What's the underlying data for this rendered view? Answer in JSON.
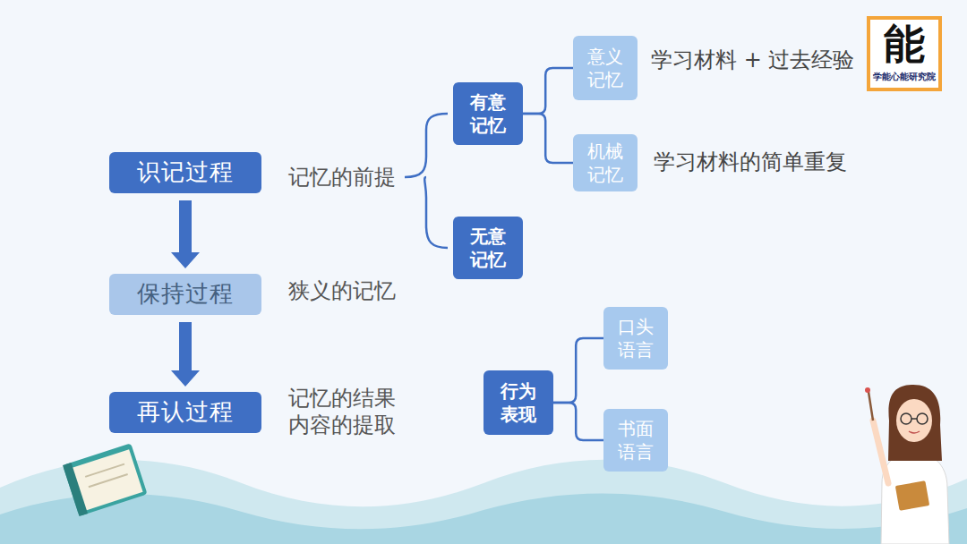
{
  "diagram": {
    "nodes": [
      {
        "text": [
          "识记过程"
        ]
      },
      {
        "text": [
          "保持过程"
        ]
      },
      {
        "text": [
          "再认过程"
        ]
      },
      {
        "text": [
          "有意记忆"
        ]
      },
      {
        "text": [
          "无意记忆"
        ]
      },
      {
        "text": [
          "意义记忆"
        ]
      },
      {
        "text": [
          "机械记忆"
        ]
      },
      {
        "text": [
          "行为表现"
        ]
      },
      {
        "text": [
          "口头语言"
        ]
      },
      {
        "text": [
          "书面语言"
        ]
      }
    ],
    "edges": [
      {
        "from": 0,
        "to": 1,
        "arrow": "to"
      },
      {
        "from": 1,
        "to": 2,
        "arrow": "to"
      },
      {
        "from": 3,
        "to": 5,
        "arrow": "none"
      },
      {
        "from": 3,
        "to": 6,
        "arrow": "none"
      },
      {
        "from": 7,
        "to": 8,
        "arrow": "none"
      },
      {
        "from": 7,
        "to": 9,
        "arrow": "none"
      }
    ],
    "labels": [
      "记忆的前提",
      "狭义的记忆",
      "记忆的结果 内容的提取",
      "学习材料 + 过去经验",
      "学习材料的简单重复",
      "能",
      "学能心能研究院"
    ]
  }
}
